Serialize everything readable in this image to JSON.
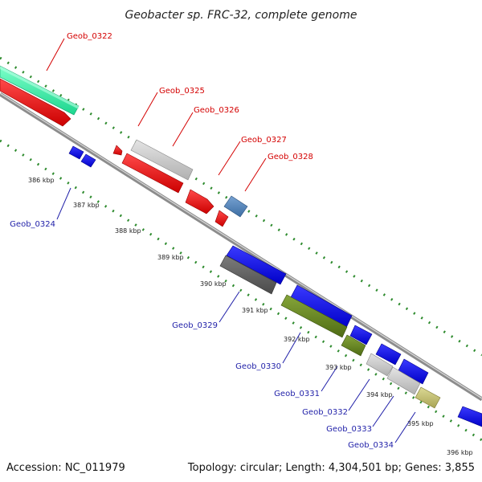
{
  "title": "Geobacter sp. FRC-32, complete genome",
  "footer": {
    "accession": "Accession: NC_011979",
    "topology": "Topology: circular; Length: 4,304,501 bp; Genes: 3,855"
  },
  "colors": {
    "forward_label": "#d40000",
    "reverse_label": "#1f1fa8",
    "backbone": "#8c8c8c",
    "dotted_track": "#2e8b2e"
  },
  "kbp_ticks": [
    "386 kbp",
    "387 kbp",
    "388 kbp",
    "389 kbp",
    "390 kbp",
    "391 kbp",
    "392 kbp",
    "393 kbp",
    "394 kbp",
    "395 kbp",
    "396 kbp"
  ],
  "gene_labels": [
    {
      "name": "Geob_0322",
      "strand": "forward"
    },
    {
      "name": "Geob_0325",
      "strand": "forward"
    },
    {
      "name": "Geob_0326",
      "strand": "forward"
    },
    {
      "name": "Geob_0327",
      "strand": "forward"
    },
    {
      "name": "Geob_0328",
      "strand": "forward"
    },
    {
      "name": "Geob_0324",
      "strand": "reverse"
    },
    {
      "name": "Geob_0329",
      "strand": "reverse"
    },
    {
      "name": "Geob_0330",
      "strand": "reverse"
    },
    {
      "name": "Geob_0331",
      "strand": "reverse"
    },
    {
      "name": "Geob_0332",
      "strand": "reverse"
    },
    {
      "name": "Geob_0333",
      "strand": "reverse"
    },
    {
      "name": "Geob_0334",
      "strand": "reverse"
    }
  ]
}
